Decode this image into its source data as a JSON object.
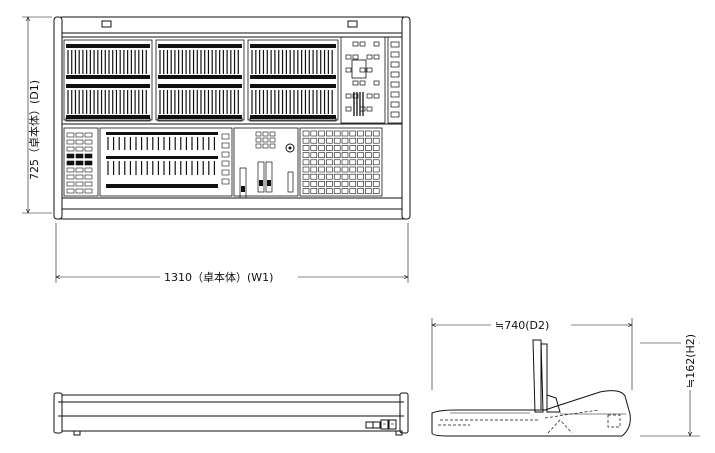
{
  "dimensions": {
    "depth_main": "725（卓本体）(D1)",
    "width_main": "1310（卓本体）(W1)",
    "depth_side": "≒740(D2)",
    "height_side": "≒162(H2)"
  },
  "views": [
    "top-view",
    "front-view",
    "side-view"
  ]
}
